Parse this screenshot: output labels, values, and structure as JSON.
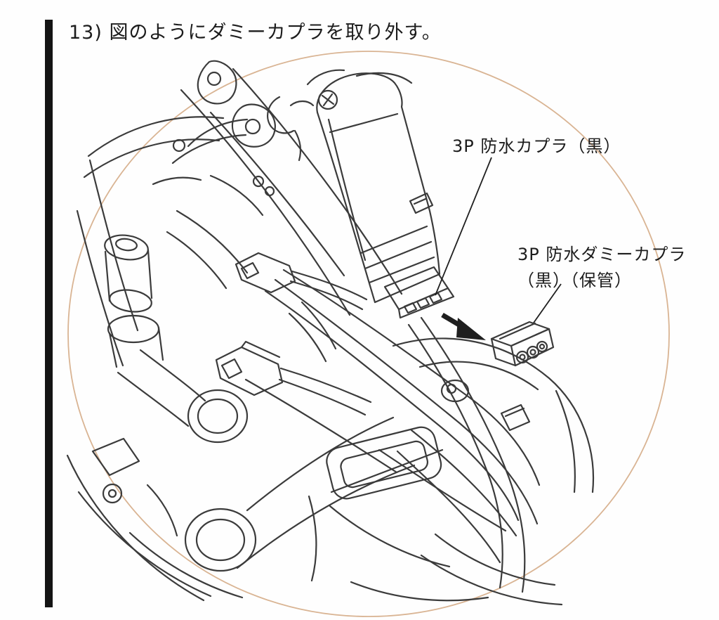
{
  "page": {
    "step_text": "13) 図のようにダミーカプラを取り外す。"
  },
  "figure": {
    "label_coupler": "3P 防水カプラ（黒）",
    "label_dummy_line1": "3P 防水ダミーカプラ",
    "label_dummy_line2": "（黒）（保管）"
  }
}
